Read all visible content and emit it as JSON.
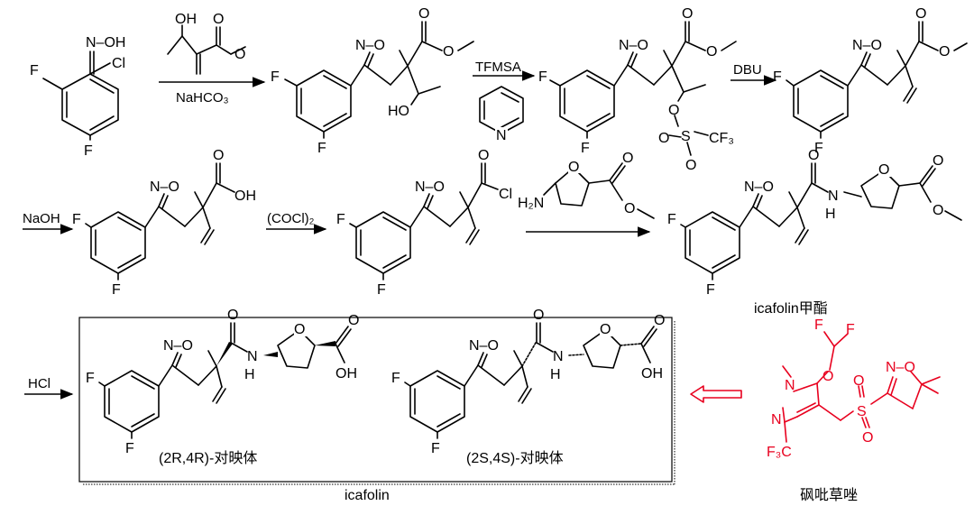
{
  "colors": {
    "ink": "#000000",
    "highlight": "#e8001e"
  },
  "atoms": {
    "F": "F",
    "N": "N",
    "O": "O",
    "Cl": "Cl",
    "S": "S",
    "OH": "OH",
    "HO": "HO",
    "H": "H",
    "N_OH": "N–OH",
    "NO_ring": "N–O",
    "H2N": "H₂N",
    "CF3": "CF₃",
    "F3C": "F₃C"
  },
  "conditions": {
    "step1_bottom": "NaHCO₃",
    "step2_top": "TFMSA",
    "step3_top": "DBU",
    "step4_top": "NaOH",
    "step5_top": "(COCl)₂",
    "step7_top": "HCl"
  },
  "labels": {
    "methyl_ester": "icafolin甲酯",
    "enantiomer_R": "(2R,4R)-对映体",
    "enantiomer_S": "(2S,4S)-对映体",
    "icafolin": "icafolin",
    "pyroxasulfone": "砜吡草唑"
  },
  "icons": {
    "open_arrow": "open-left-arrow-icon"
  }
}
